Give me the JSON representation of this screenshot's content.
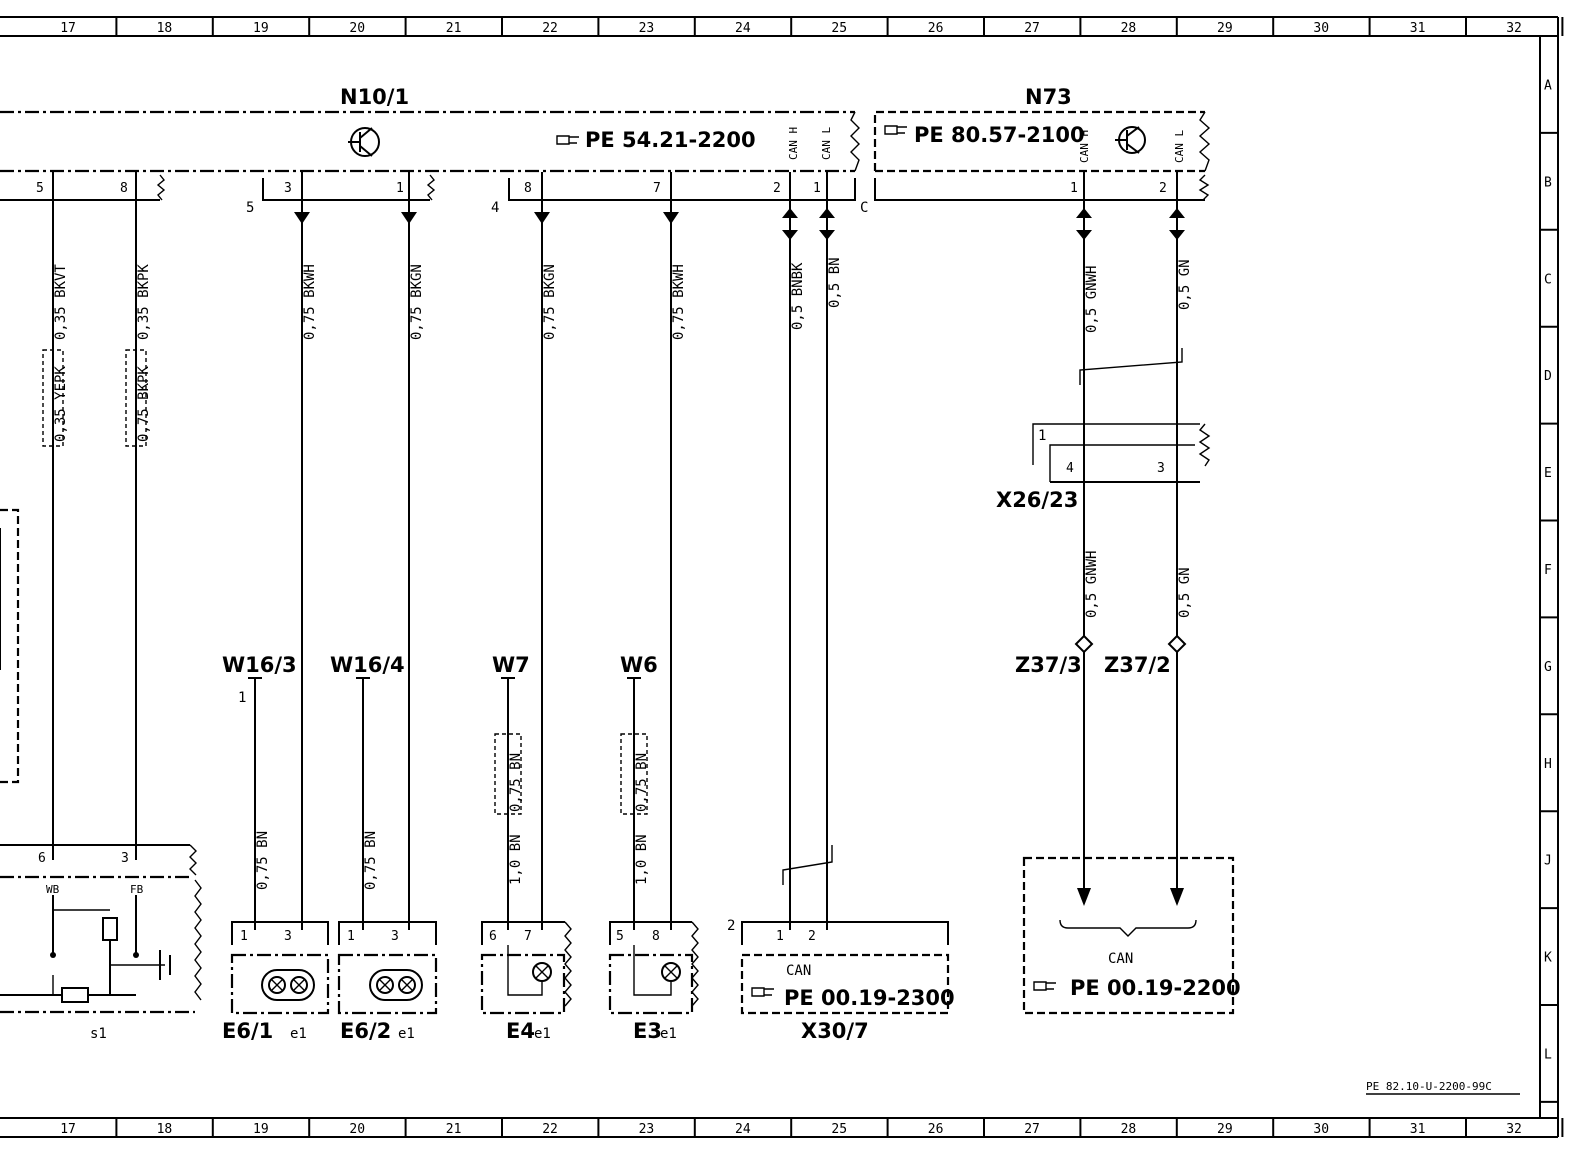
{
  "frame": {
    "top_cols": [
      "17",
      "18",
      "19",
      "20",
      "21",
      "22",
      "23",
      "24",
      "25",
      "26",
      "27",
      "28",
      "29",
      "30",
      "31",
      "32"
    ],
    "bottom_cols": [
      "17",
      "18",
      "19",
      "20",
      "21",
      "22",
      "23",
      "24",
      "25",
      "26",
      "27",
      "28",
      "29",
      "30",
      "31",
      "32"
    ],
    "rows": [
      "A",
      "B",
      "C",
      "D",
      "E",
      "F",
      "G",
      "H",
      "J",
      "K",
      "L"
    ],
    "doc_ref": "PE 82.10-U-2200-99C"
  },
  "components": {
    "n10_1": {
      "label": "N10/1",
      "ref": "PE 54.21-2200",
      "can_h": "CAN H",
      "can_l": "CAN L",
      "connector_c": "C",
      "group5": "5",
      "group4": "4"
    },
    "n73": {
      "label": "N73",
      "ref": "PE 80.57-2100",
      "can_h": "CAN H",
      "can_l": "CAN L"
    },
    "x26_23": {
      "label": "X26/23",
      "num": "1"
    },
    "x30_7": {
      "label": "X30/7",
      "sub": "CAN",
      "ref": "PE 00.19-2300",
      "num": "2"
    },
    "can_box": {
      "sub": "CAN",
      "ref": "PE 00.19-2200"
    },
    "s1": {
      "label": "s1"
    },
    "e6_1": {
      "label": "E6/1",
      "sub": "e1"
    },
    "e6_2": {
      "label": "E6/2",
      "sub": "e1"
    },
    "e4": {
      "label": "E4",
      "sub": "e1"
    },
    "e3": {
      "label": "E3",
      "sub": "e1"
    },
    "w16_3": {
      "label": "W16/3",
      "num": "1"
    },
    "w16_4": {
      "label": "W16/4"
    },
    "w7": {
      "label": "W7"
    },
    "w6": {
      "label": "W6"
    },
    "z37_3": {
      "label": "Z37/3"
    },
    "z37_2": {
      "label": "Z37/2"
    }
  },
  "pins": {
    "p5": "5",
    "p8": "8",
    "p3": "3",
    "p1": "1",
    "p8b": "8",
    "p7": "7",
    "p2": "2",
    "p1b": "1",
    "n73_1": "1",
    "n73_2": "2",
    "x26_4": "4",
    "x26_3": "3",
    "s1_6": "6",
    "s1_3": "3",
    "wb": "WB",
    "fb": "FB",
    "e61_1": "1",
    "e61_3": "3",
    "e62_1": "1",
    "e62_3": "3",
    "e4_6": "6",
    "e4_7": "7",
    "e3_5": "5",
    "e3_8": "8",
    "x30_1": "1",
    "x30_2": "2"
  },
  "wires": {
    "w1": "0,35 BKVT",
    "w1b": "0,35 YEPK",
    "w2": "0,35 BKPK",
    "w2b": "0,75 BKPK",
    "w3": "0,75 BKWH",
    "w4": "0,75 BKGN",
    "w5": "0,75 BKGN",
    "w6": "0,75 BKWH",
    "w7": "0,5 BNBK",
    "w8": "0,5 BN",
    "w9": "0,5 GNWH",
    "w10": "0,5 GN",
    "w9b": "0,5 GNWH",
    "w10b": "0,5 GN",
    "gw1": "0,75 BN",
    "gw2": "0,75 BN",
    "gw3": "1,0 BN",
    "gw3b": "0,75 BN",
    "gw4": "1,0 BN",
    "gw4b": "0,75 BN"
  }
}
